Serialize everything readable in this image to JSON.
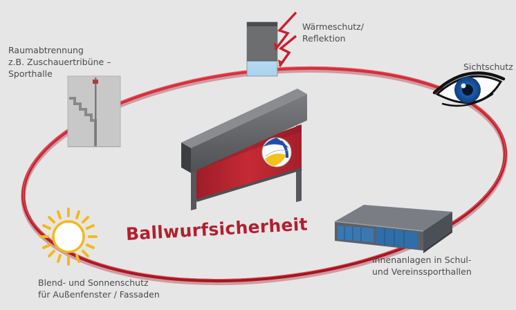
{
  "title": "Ballwurfsicherheit",
  "labels": {
    "raumabtrennung": [
      "Raumabtrennung",
      "z.B. Zuschauertribüne –",
      "Sporthalle"
    ],
    "waermeschutz": [
      "Wärmeschutz/",
      "Reflektion"
    ],
    "sichtschutz": [
      "Sichtschutz"
    ],
    "innenanlagen": [
      "Innenanlagen in Schul-",
      "und Vereinssporthallen"
    ],
    "blendschutz": [
      "Blend- und Sonnenschutz",
      "für Außenfenster / Fassaden"
    ]
  },
  "icons": {
    "raumabtrennung": "tribune-partition-icon",
    "waermeschutz": "window-heat-reflection-icon",
    "sichtschutz": "eye-icon",
    "innenanlagen": "sports-hall-building-icon",
    "blendschutz": "sun-icon",
    "center": "roller-net-with-volleyball"
  },
  "colors": {
    "background": "#e7e6e6",
    "ring": "#c8202f",
    "title": "#b21f2d",
    "text": "#4a4a4a",
    "sun": "#f4b81a",
    "eye_iris": "#1b5fb0"
  }
}
